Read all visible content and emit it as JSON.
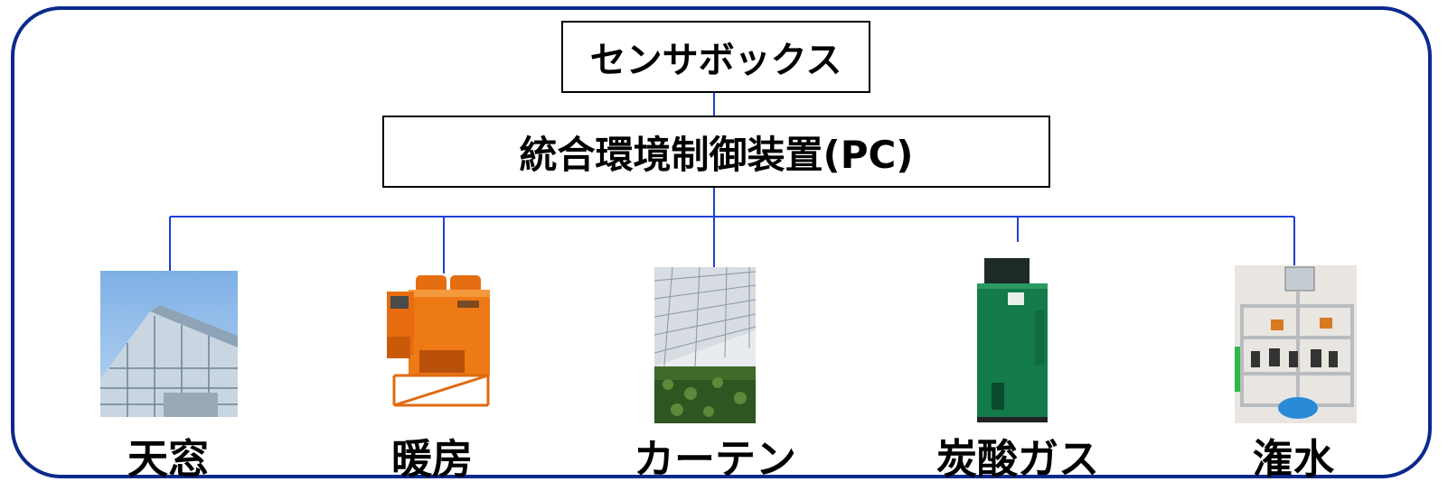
{
  "diagram": {
    "sensor_box": "センサボックス",
    "controller_box": "統合環境制御装置(PC)",
    "devices": [
      {
        "label": "天窓",
        "photo": "greenhouse-roof-vent-photo"
      },
      {
        "label": "暖房",
        "photo": "orange-heater-unit-photo"
      },
      {
        "label": "カーテン",
        "photo": "greenhouse-curtain-interior-photo"
      },
      {
        "label": "炭酸ガス",
        "photo": "green-co2-generator-photo"
      },
      {
        "label": "潅水",
        "photo": "irrigation-controller-rig-photo"
      }
    ]
  },
  "colors": {
    "frame": "#0a2a8c",
    "connector": "#1f3fd6",
    "box_border": "#000000"
  }
}
